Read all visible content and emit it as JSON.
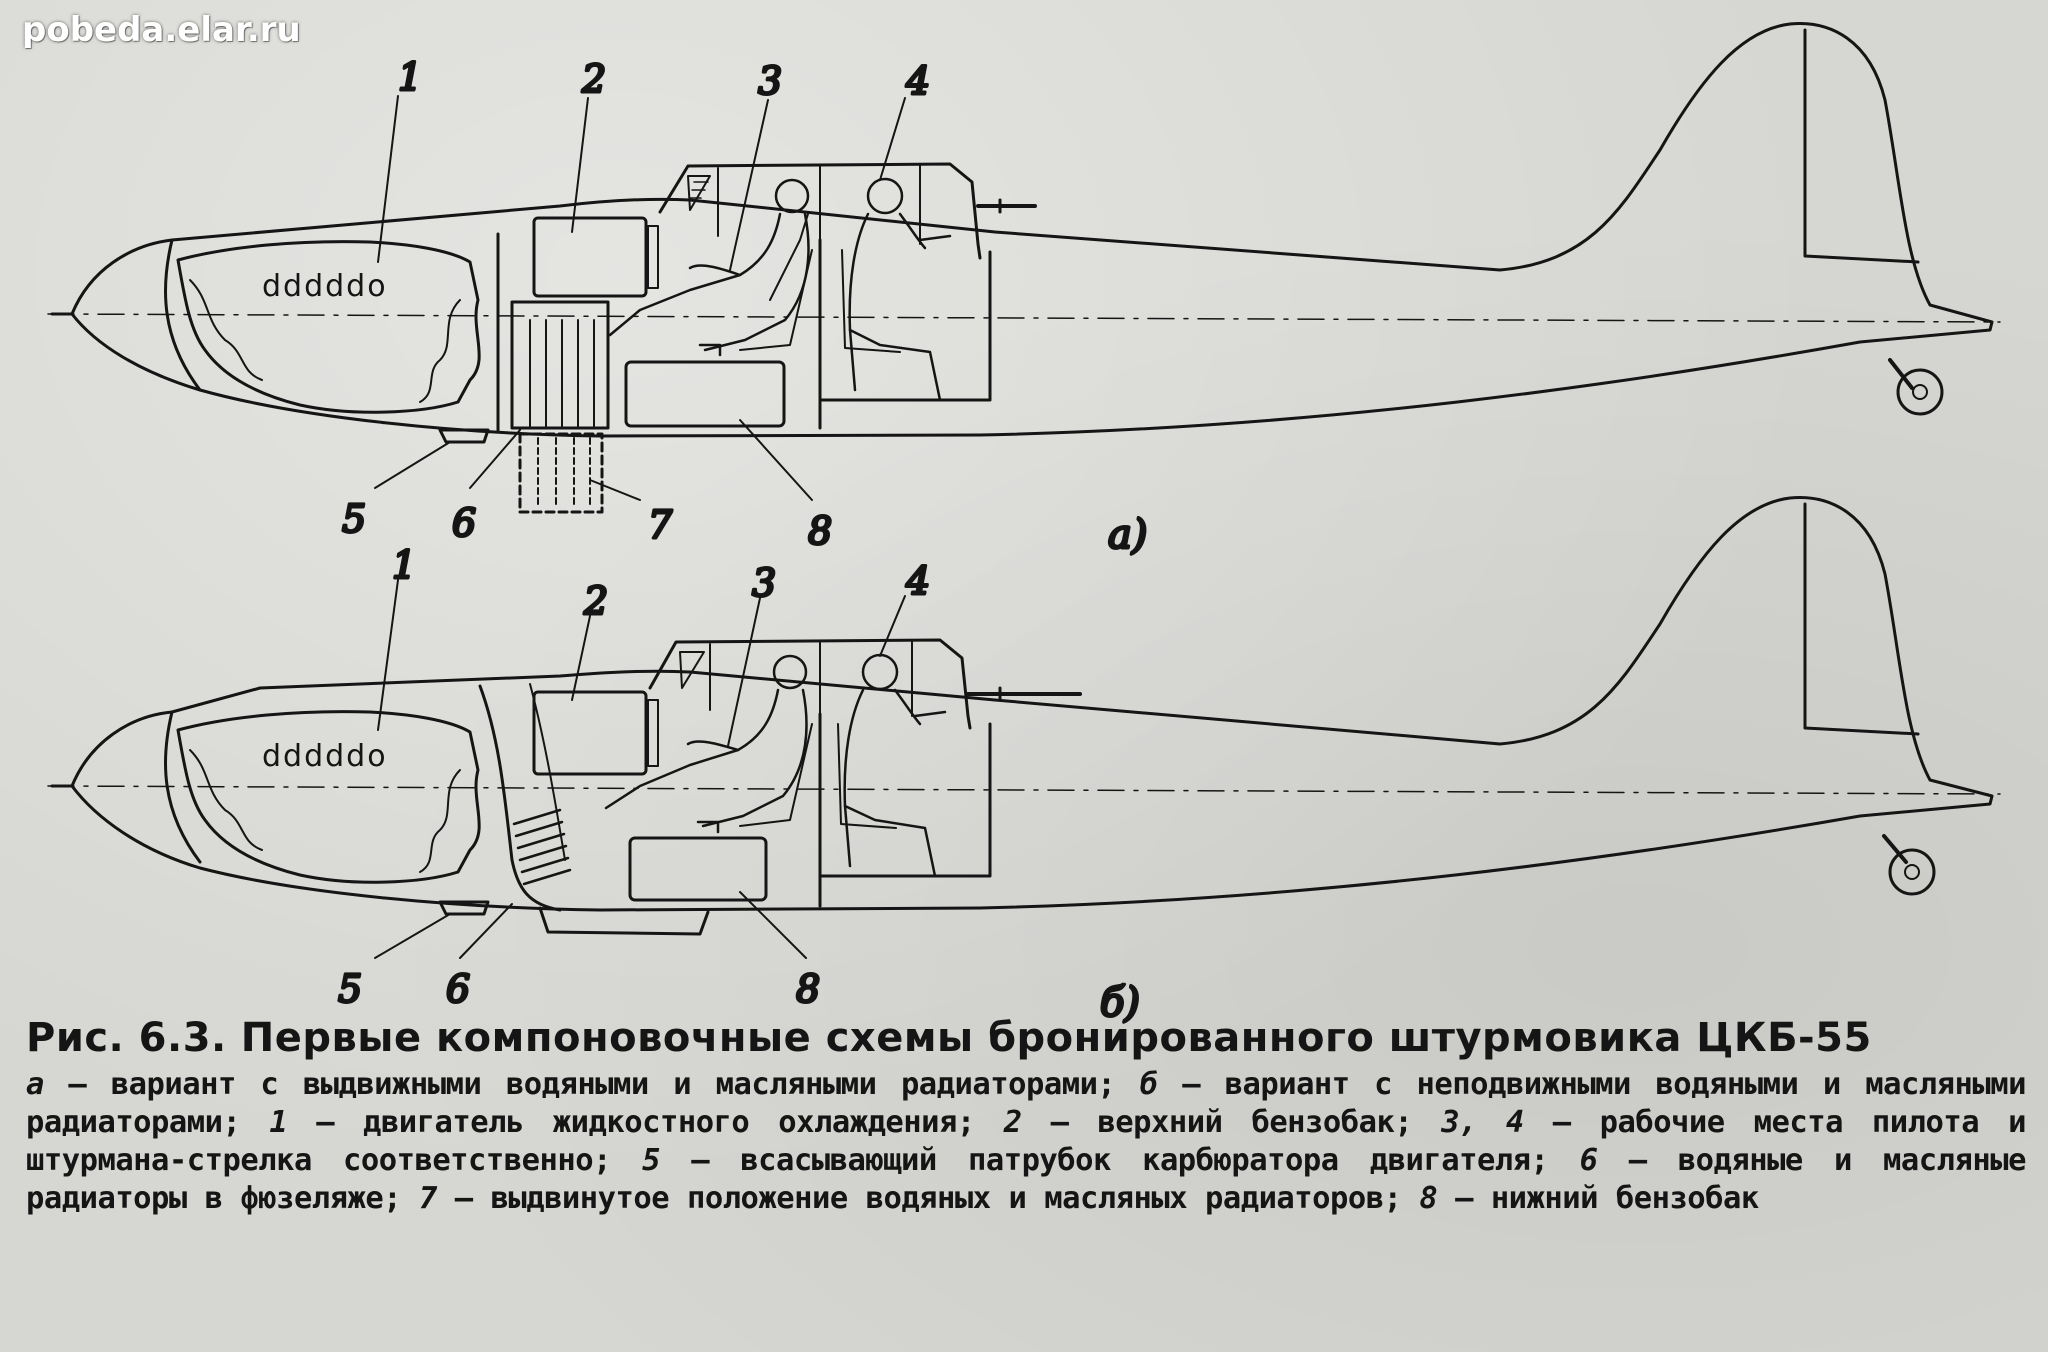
{
  "watermark": "pobeda.elar.ru",
  "panels": [
    {
      "label": "а)",
      "callouts": [
        "1",
        "2",
        "3",
        "4",
        "5",
        "6",
        "7",
        "8"
      ]
    },
    {
      "label": "б)",
      "callouts": [
        "1",
        "2",
        "3",
        "4",
        "5",
        "6",
        "8"
      ]
    }
  ],
  "engine_marks": "dddddo",
  "caption": {
    "figure_number": "Рис. 6.3.",
    "title": "Первые компоновочные схемы бронированного штурмовика ЦКБ-55",
    "legend": [
      {
        "key": "а",
        "text": "— вариант с выдвижными водяными и масляными радиаторами;"
      },
      {
        "key": "б",
        "text": "— вариант с неподвижными водяными и масляными радиаторами;"
      },
      {
        "key": "1",
        "text": "— двигатель жидкостного охлаждения;"
      },
      {
        "key": "2",
        "text": "— верхний бензобак;"
      },
      {
        "key": "3, 4",
        "text": "— рабочие места пилота и штурмана-стрелка соответственно;"
      },
      {
        "key": "5",
        "text": "— всасывающий патрубок карбюратора двигателя;"
      },
      {
        "key": "6",
        "text": "— водяные и масляные радиаторы в фюзеляже;"
      },
      {
        "key": "7",
        "text": "— выдвинутое положение водяных и масляных радиаторов;"
      },
      {
        "key": "8",
        "text": "— нижний бензобак"
      }
    ]
  }
}
